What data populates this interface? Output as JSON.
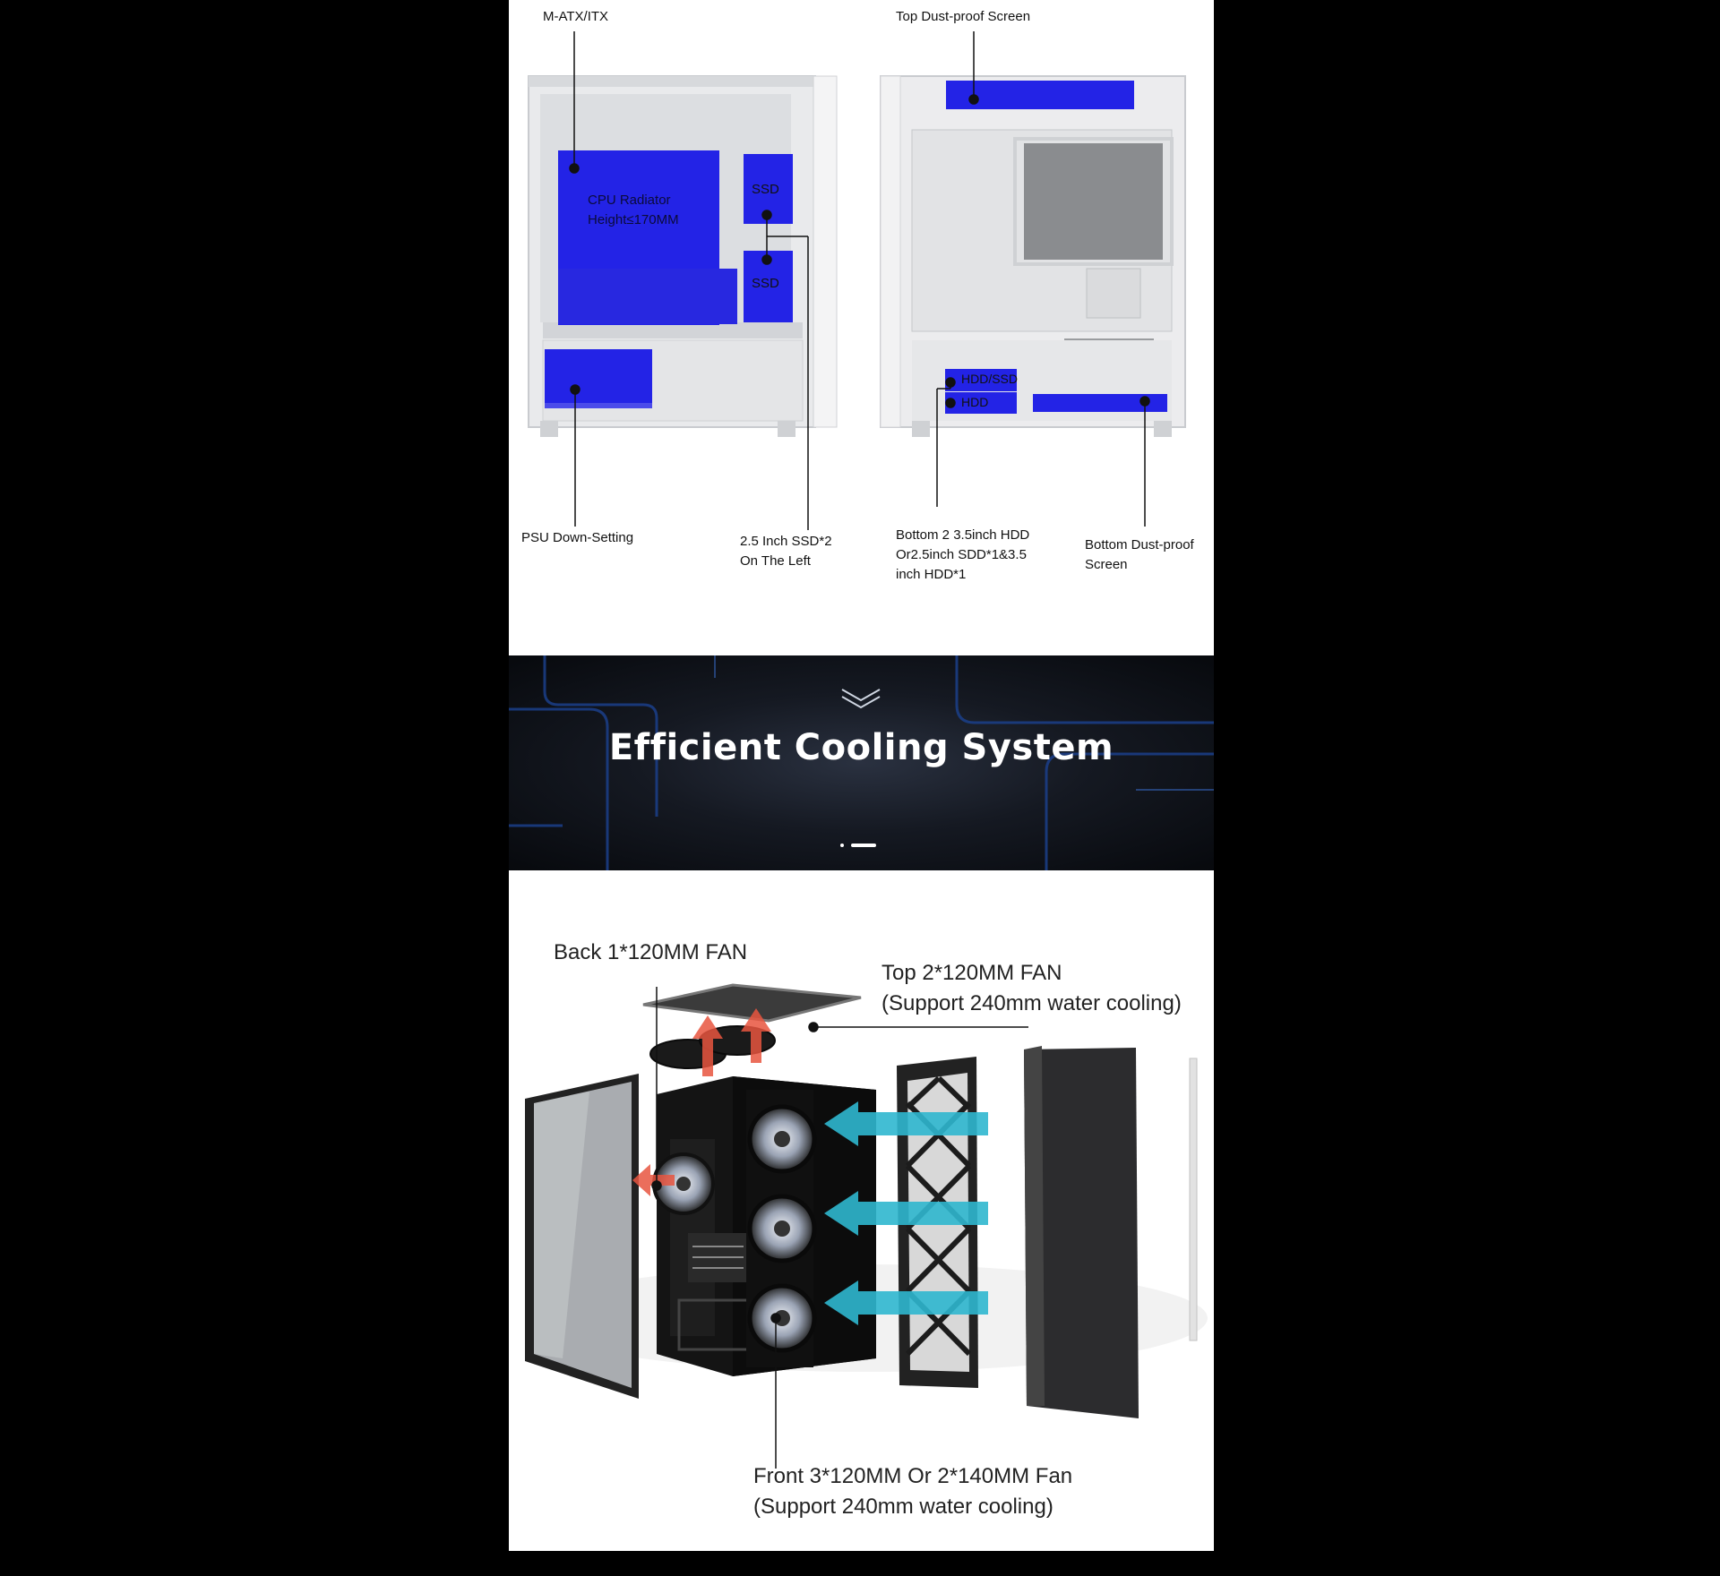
{
  "case_layout": {
    "labels": {
      "matx_itx": "M-ATX/ITX",
      "top_dust_screen": "Top Dust-proof Screen",
      "cpu_radiator": "CPU Radiator\nHeight≤170MM",
      "ssd_top": "SSD",
      "ssd_bottom": "SSD",
      "hdd_ssd": "HDD/SSD",
      "hdd": "HDD",
      "psu": "PSU Down-Setting",
      "ssd_left": "2.5 Inch SSD*2\nOn The Left",
      "bottom_hdd": "Bottom 2 3.5inch HDD\nOr2.5inch SDD*1&3.5\ninch HDD*1",
      "bottom_dust_screen": "Bottom Dust-proof\nScreen"
    },
    "highlight_color": "#2323e6"
  },
  "banner": {
    "title": "Efficient Cooling System",
    "chevron_icon": "double-chevron-down-icon"
  },
  "cooling": {
    "back_fan": "Back 1*120MM FAN",
    "top_fan": "Top 2*120MM FAN\n(Support 240mm water cooling)",
    "front_fan": "Front 3*120MM Or 2*140MM Fan\n(Support 240mm water cooling)",
    "exhaust_arrow_color": "#e8553f",
    "intake_arrow_color": "#2fb7cf"
  }
}
